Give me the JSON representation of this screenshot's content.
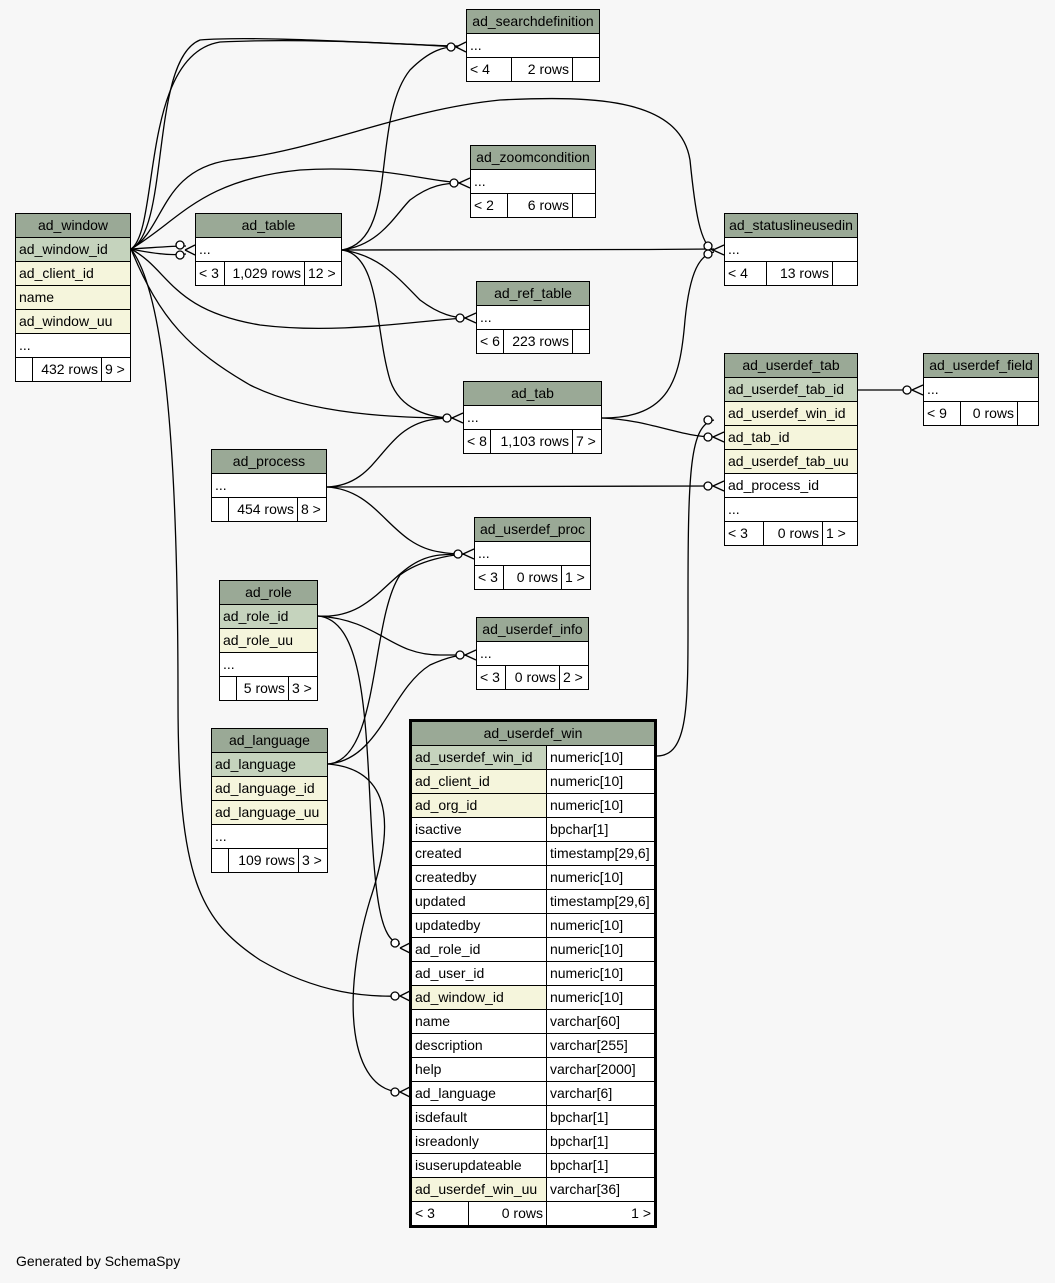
{
  "footer": "Generated by SchemaSpy",
  "tables": {
    "ad_searchdefinition": {
      "name": "ad_searchdefinition",
      "more": "...",
      "parents": "< 4",
      "rows": "2 rows",
      "children": ""
    },
    "ad_zoomcondition": {
      "name": "ad_zoomcondition",
      "more": "...",
      "parents": "< 2",
      "rows": "6 rows",
      "children": ""
    },
    "ad_window": {
      "name": "ad_window",
      "cols": [
        "ad_window_id",
        "ad_client_id",
        "name",
        "ad_window_uu"
      ],
      "more": "...",
      "parents": "",
      "rows": "432 rows",
      "children": "9 >"
    },
    "ad_table": {
      "name": "ad_table",
      "more": "...",
      "parents": "< 3",
      "rows": "1,029 rows",
      "children": "12 >"
    },
    "ad_statuslineusedin": {
      "name": "ad_statuslineusedin",
      "more": "...",
      "parents": "< 4",
      "rows": "13 rows",
      "children": ""
    },
    "ad_ref_table": {
      "name": "ad_ref_table",
      "more": "...",
      "parents": "< 6",
      "rows": "223 rows",
      "children": ""
    },
    "ad_userdef_tab": {
      "name": "ad_userdef_tab",
      "cols": [
        "ad_userdef_tab_id",
        "ad_userdef_win_id",
        "ad_tab_id",
        "ad_userdef_tab_uu",
        "ad_process_id"
      ],
      "more": "...",
      "parents": "< 3",
      "rows": "0 rows",
      "children": "1 >"
    },
    "ad_userdef_field": {
      "name": "ad_userdef_field",
      "more": "...",
      "parents": "< 9",
      "rows": "0 rows",
      "children": ""
    },
    "ad_tab": {
      "name": "ad_tab",
      "more": "...",
      "parents": "< 8",
      "rows": "1,103 rows",
      "children": "7 >"
    },
    "ad_process": {
      "name": "ad_process",
      "more": "...",
      "parents": "",
      "rows": "454 rows",
      "children": "8 >"
    },
    "ad_userdef_proc": {
      "name": "ad_userdef_proc",
      "more": "...",
      "parents": "< 3",
      "rows": "0 rows",
      "children": "1 >"
    },
    "ad_role": {
      "name": "ad_role",
      "cols": [
        "ad_role_id",
        "ad_role_uu"
      ],
      "more": "...",
      "parents": "",
      "rows": "5 rows",
      "children": "3 >"
    },
    "ad_userdef_info": {
      "name": "ad_userdef_info",
      "more": "...",
      "parents": "< 3",
      "rows": "0 rows",
      "children": "2 >"
    },
    "ad_language": {
      "name": "ad_language",
      "cols": [
        "ad_language",
        "ad_language_id",
        "ad_language_uu"
      ],
      "more": "...",
      "parents": "",
      "rows": "109 rows",
      "children": "3 >"
    },
    "ad_userdef_win": {
      "name": "ad_userdef_win",
      "columns": [
        {
          "name": "ad_userdef_win_id",
          "type": "numeric[10]"
        },
        {
          "name": "ad_client_id",
          "type": "numeric[10]"
        },
        {
          "name": "ad_org_id",
          "type": "numeric[10]"
        },
        {
          "name": "isactive",
          "type": "bpchar[1]"
        },
        {
          "name": "created",
          "type": "timestamp[29,6]"
        },
        {
          "name": "createdby",
          "type": "numeric[10]"
        },
        {
          "name": "updated",
          "type": "timestamp[29,6]"
        },
        {
          "name": "updatedby",
          "type": "numeric[10]"
        },
        {
          "name": "ad_role_id",
          "type": "numeric[10]"
        },
        {
          "name": "ad_user_id",
          "type": "numeric[10]"
        },
        {
          "name": "ad_window_id",
          "type": "numeric[10]"
        },
        {
          "name": "name",
          "type": "varchar[60]"
        },
        {
          "name": "description",
          "type": "varchar[255]"
        },
        {
          "name": "help",
          "type": "varchar[2000]"
        },
        {
          "name": "ad_language",
          "type": "varchar[6]"
        },
        {
          "name": "isdefault",
          "type": "bpchar[1]"
        },
        {
          "name": "isreadonly",
          "type": "bpchar[1]"
        },
        {
          "name": "isuserupdateable",
          "type": "bpchar[1]"
        },
        {
          "name": "ad_userdef_win_uu",
          "type": "varchar[36]"
        }
      ],
      "parents": "< 3",
      "rows": "0 rows",
      "children": "1 >"
    }
  }
}
